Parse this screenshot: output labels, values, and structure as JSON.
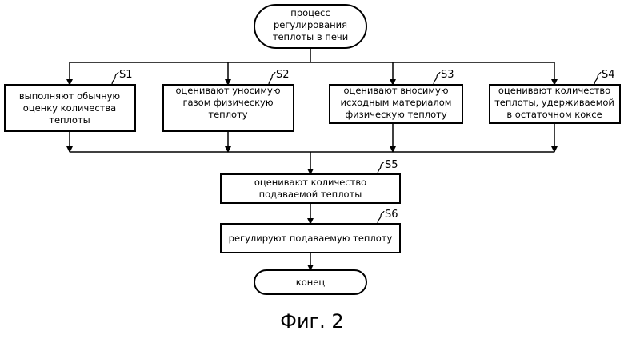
{
  "start": {
    "lines": [
      "процесс",
      "регулирования",
      "теплоты в печи"
    ]
  },
  "boxes": [
    {
      "id": "S1",
      "lines": [
        "выполняют обычную",
        "оценку количества",
        "теплоты"
      ]
    },
    {
      "id": "S2",
      "lines": [
        "оценивают уносимую",
        "газом физическую",
        "теплоту"
      ]
    },
    {
      "id": "S3",
      "lines": [
        "оценивают вносимую",
        "исходным материалом",
        "физическую теплоту"
      ]
    },
    {
      "id": "S4",
      "lines": [
        "оценивают количество",
        "теплоты, удерживаемой",
        "в остаточном коксе"
      ]
    },
    {
      "id": "S5",
      "lines": [
        "оценивают количество",
        "подаваемой теплоты"
      ]
    },
    {
      "id": "S6",
      "lines": [
        "регулируют подаваемую теплоту"
      ]
    }
  ],
  "end": {
    "lines": [
      "конец"
    ]
  },
  "caption": "Фиг. 2"
}
